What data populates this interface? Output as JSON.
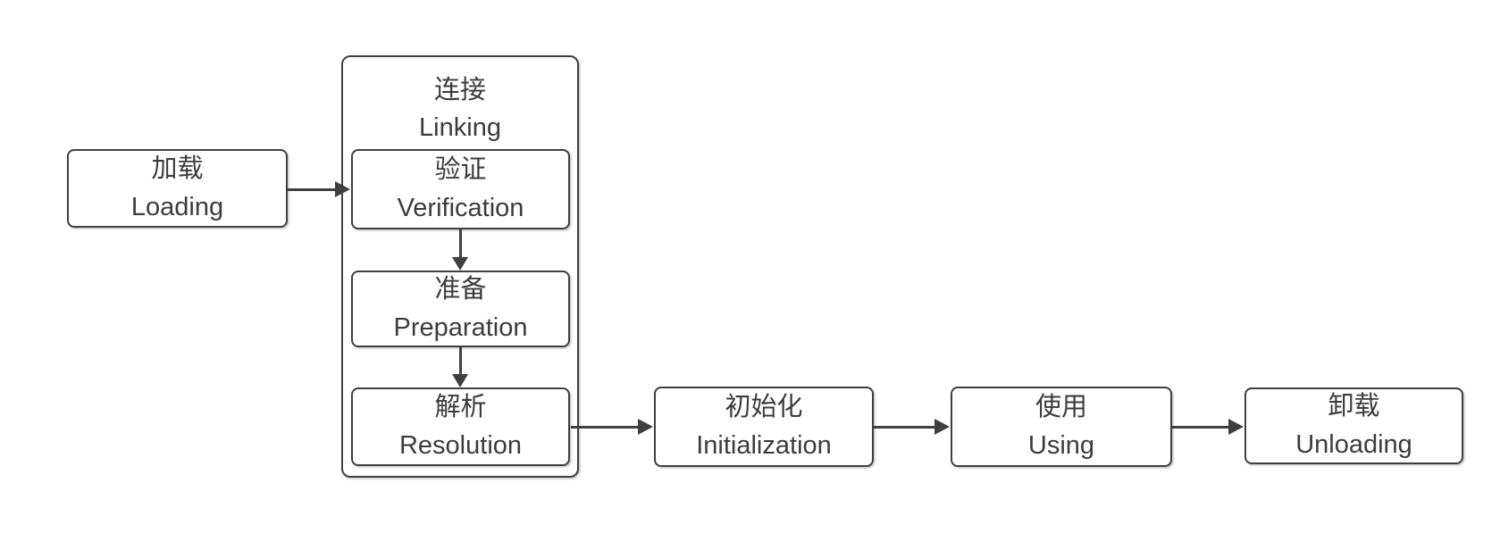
{
  "diagram": {
    "background_color": "#ffffff",
    "stroke_color": "#404040",
    "text_color": "#3c3c3c",
    "nodes": {
      "loading": {
        "zh": "加载",
        "en": "Loading"
      },
      "linking_group": {
        "zh": "连接",
        "en": "Linking"
      },
      "verification": {
        "zh": "验证",
        "en": "Verification"
      },
      "preparation": {
        "zh": "准备",
        "en": "Preparation"
      },
      "resolution": {
        "zh": "解析",
        "en": "Resolution"
      },
      "initialization": {
        "zh": "初始化",
        "en": "Initialization"
      },
      "using": {
        "zh": "使用",
        "en": "Using"
      },
      "unloading": {
        "zh": "卸载",
        "en": "Unloading"
      }
    },
    "edges": [
      {
        "from": "loading",
        "to": "verification"
      },
      {
        "from": "verification",
        "to": "preparation"
      },
      {
        "from": "preparation",
        "to": "resolution"
      },
      {
        "from": "resolution",
        "to": "initialization"
      },
      {
        "from": "initialization",
        "to": "using"
      },
      {
        "from": "using",
        "to": "unloading"
      }
    ]
  }
}
